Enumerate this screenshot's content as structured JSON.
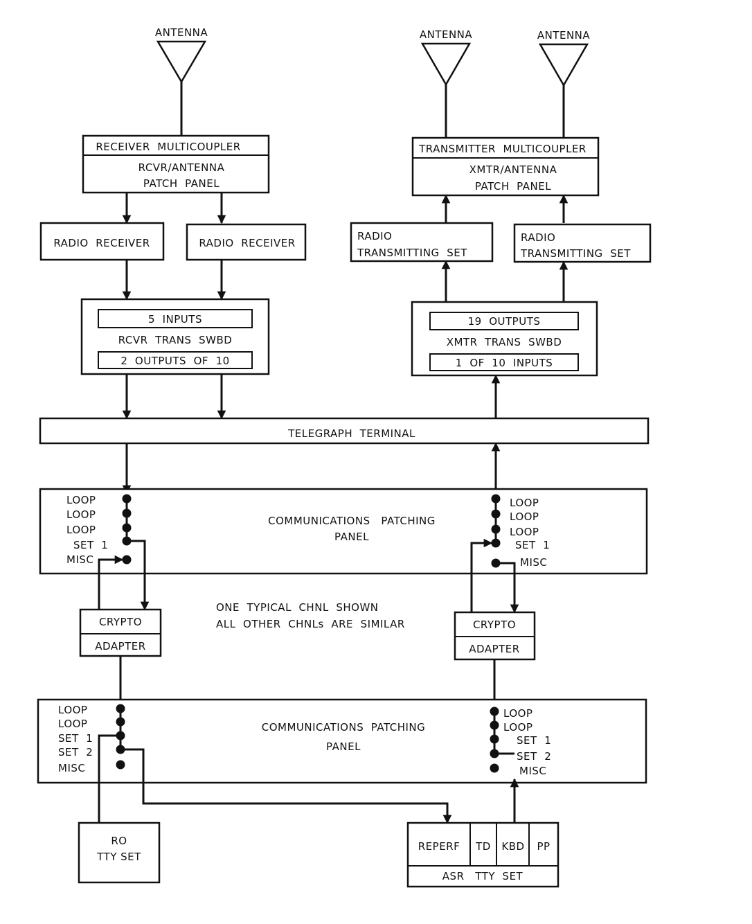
{
  "antennas": [
    "ANTENNA",
    "ANTENNA",
    "ANTENNA"
  ],
  "receiver_multicoupler": {
    "title": "RECEIVER  MULTICOUPLER",
    "line1": "RCVR/ANTENNA",
    "line2": "PATCH  PANEL"
  },
  "transmitter_multicoupler": {
    "title": "TRANSMITTER  MULTICOUPLER",
    "line1": "XMTR/ANTENNA",
    "line2": "PATCH  PANEL"
  },
  "radio_receivers": [
    "RADIO  RECEIVER",
    "RADIO  RECEIVER"
  ],
  "radio_transmitters": [
    {
      "line1": "RADIO",
      "line2": "TRANSMITTING  SET"
    },
    {
      "line1": "RADIO",
      "line2": "TRANSMITTING  SET"
    }
  ],
  "rcvr_swbd": {
    "inputs": "5  INPUTS",
    "title": "RCVR  TRANS  SWBD",
    "outputs": "2  OUTPUTS  OF  10"
  },
  "xmtr_swbd": {
    "outputs": "19  OUTPUTS",
    "title": "XMTR  TRANS  SWBD",
    "inputs": "1  OF  10  INPUTS"
  },
  "telegraph_terminal": "TELEGRAPH  TERMINAL",
  "patch_panel_1": {
    "line1": "COMMUNICATIONS   PATCHING",
    "line2": "PANEL",
    "left_jacks": [
      "LOOP",
      "LOOP",
      "LOOP",
      "SET  1",
      "MISC"
    ],
    "right_jacks": [
      "LOOP",
      "LOOP",
      "LOOP",
      "SET  1",
      "MISC"
    ]
  },
  "note": {
    "line1": "ONE  TYPICAL  CHNL  SHOWN",
    "line2": "ALL  OTHER  CHNLs  ARE  SIMILAR"
  },
  "crypto_left": {
    "top": "CRYPTO",
    "bottom": "ADAPTER"
  },
  "crypto_right": {
    "top": "CRYPTO",
    "bottom": "ADAPTER"
  },
  "patch_panel_2": {
    "line1": "COMMUNICATIONS  PATCHING",
    "line2": "PANEL",
    "left_jacks": [
      "LOOP",
      "LOOP",
      "SET  1",
      "SET  2",
      "MISC"
    ],
    "right_jacks": [
      "LOOP",
      "LOOP",
      "SET  1",
      "SET  2",
      "MISC"
    ]
  },
  "ro_tty_set": {
    "line1": "RO",
    "line2": "TTY SET"
  },
  "asr_tty_set": {
    "cells": [
      "REPERF",
      "TD",
      "KBD",
      "PP"
    ],
    "title": "ASR   TTY  SET"
  }
}
